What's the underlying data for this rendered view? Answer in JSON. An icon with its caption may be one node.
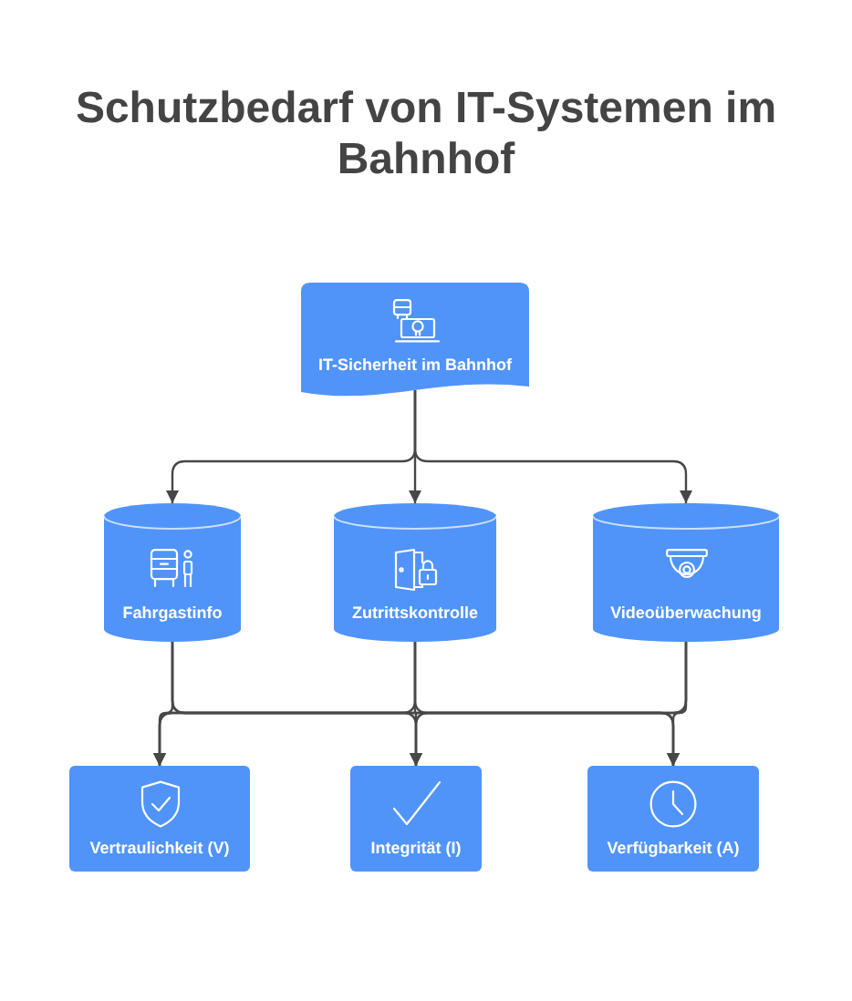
{
  "diagram": {
    "title": "Schutzbedarf von IT-Systemen im Bahnhof",
    "nodes": [
      {
        "text": [
          "IT-Sicherheit im Bahnhof"
        ]
      },
      {
        "text": [
          "Fahrgastinfo"
        ]
      },
      {
        "text": [
          "Zutrittskontrolle"
        ]
      },
      {
        "text": [
          "Videoüberwachung"
        ]
      },
      {
        "text": [
          "Vertraulichkeit (V)"
        ]
      },
      {
        "text": [
          "Integrität (I)"
        ]
      },
      {
        "text": [
          "Verfügbarkeit (A)"
        ]
      }
    ],
    "edges": [
      {
        "from": 0,
        "to": 1,
        "arrow": "to"
      },
      {
        "from": 0,
        "to": 2,
        "arrow": "to"
      },
      {
        "from": 0,
        "to": 3,
        "arrow": "to"
      },
      {
        "from": 1,
        "to": 4,
        "arrow": "to"
      },
      {
        "from": 1,
        "to": 5,
        "arrow": "to"
      },
      {
        "from": 1,
        "to": 6,
        "arrow": "to"
      },
      {
        "from": 2,
        "to": 4,
        "arrow": "to"
      },
      {
        "from": 2,
        "to": 5,
        "arrow": "to"
      },
      {
        "from": 2,
        "to": 6,
        "arrow": "to"
      },
      {
        "from": 3,
        "to": 4,
        "arrow": "to"
      },
      {
        "from": 3,
        "to": 5,
        "arrow": "to"
      },
      {
        "from": 3,
        "to": 6,
        "arrow": "to"
      }
    ]
  }
}
